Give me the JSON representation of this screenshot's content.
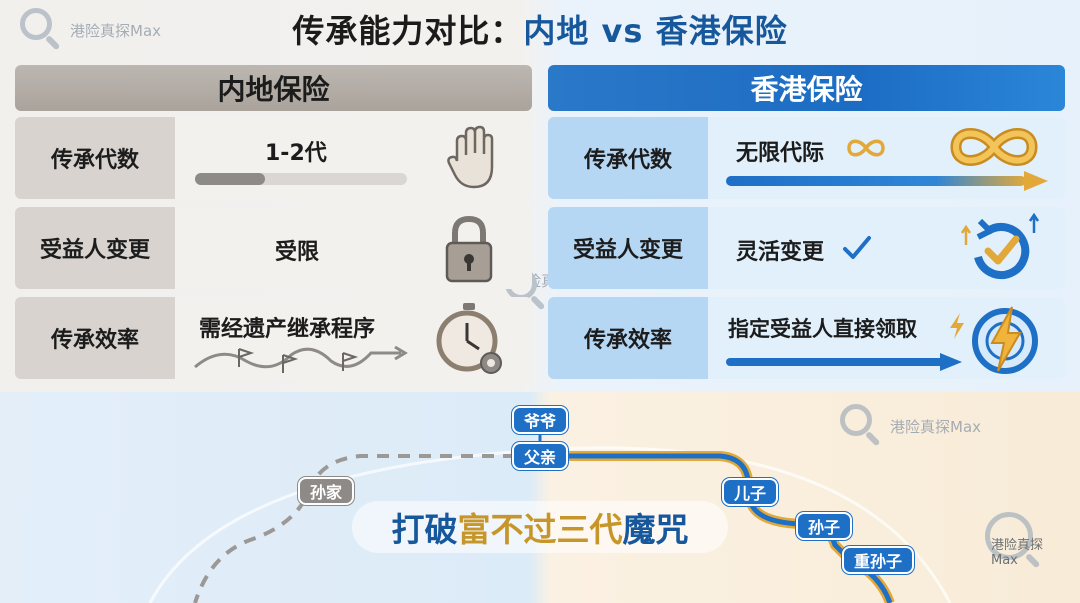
{
  "title": {
    "part1": "传承能力对比：",
    "part2": "内地 vs 香港保险"
  },
  "watermark": {
    "text": "港险真探Max"
  },
  "mainland": {
    "header": "内地保险",
    "rows": [
      {
        "label": "传承代数",
        "value": "1-2代"
      },
      {
        "label": "受益人变更",
        "value": "受限"
      },
      {
        "label": "传承效率",
        "value": "需经遗产继承程序"
      }
    ]
  },
  "hongkong": {
    "header": "香港保险",
    "rows": [
      {
        "label": "传承代数",
        "value": "无限代际"
      },
      {
        "label": "受益人变更",
        "value": "灵活变更"
      },
      {
        "label": "传承效率",
        "value": "指定受益人直接领取"
      }
    ]
  },
  "lineage": {
    "grandfather": "爷爷",
    "father": "父亲",
    "grandchild_family": "孙家",
    "son": "儿子",
    "grandson": "孙子",
    "great_grandson": "重孙子"
  },
  "slogan": {
    "part1": "打破",
    "part2": "富不过三代",
    "part3": "魔咒"
  },
  "colors": {
    "hk_blue": "#1e6fc6",
    "mainland_grey": "#a9a39c",
    "gold": "#e2a93a"
  }
}
